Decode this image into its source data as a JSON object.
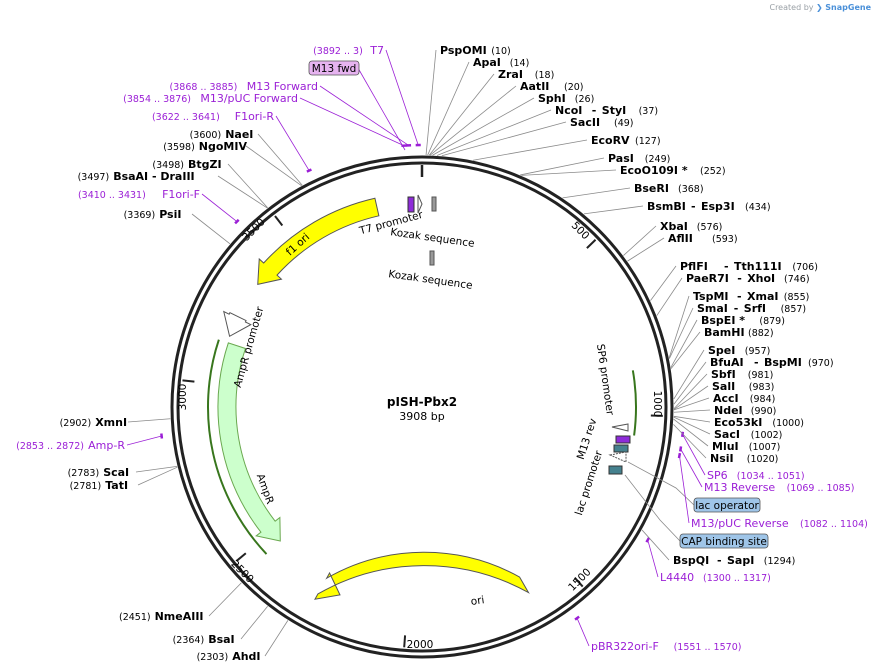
{
  "credit": {
    "prefix": "Created by",
    "brand": "SnapGene"
  },
  "plasmid": {
    "name": "pISH-Pbx2",
    "size_label": "3908 bp",
    "length": 3908
  },
  "ticks": [
    {
      "label": "500",
      "pos": 500
    },
    {
      "label": "1000",
      "pos": 1000
    },
    {
      "label": "1500",
      "pos": 1500
    },
    {
      "label": "2000",
      "pos": 2000
    },
    {
      "label": "2500",
      "pos": 2500
    },
    {
      "label": "3000",
      "pos": 3000
    },
    {
      "label": "3500",
      "pos": 3500
    }
  ],
  "sites_right": [
    {
      "name": "PspOMI",
      "pos_label": "(10)",
      "pos": 10
    },
    {
      "name": "ApaI",
      "pos_label": "(14)",
      "pos": 14
    },
    {
      "name": "ZraI",
      "pos_label": "(18)",
      "pos": 18
    },
    {
      "name": "AatII",
      "pos_label": "(20)",
      "pos": 20
    },
    {
      "name": "SphI",
      "pos_label": "(26)",
      "pos": 26
    },
    {
      "name": "NcoI - StyI",
      "pos_label": "(37)",
      "pos": 37
    },
    {
      "name": "SacII",
      "pos_label": "(49)",
      "pos": 49
    },
    {
      "name": "EcoRV",
      "pos_label": "(127)",
      "pos": 127
    },
    {
      "name": "PasI",
      "pos_label": "(249)",
      "pos": 249
    },
    {
      "name": "EcoO109I *",
      "pos_label": "(252)",
      "pos": 252
    },
    {
      "name": "BseRI",
      "pos_label": "(368)",
      "pos": 368
    },
    {
      "name": "BsmBI - Esp3I",
      "pos_label": "(434)",
      "pos": 434
    },
    {
      "name": "XbaI",
      "pos_label": "(576)",
      "pos": 576
    },
    {
      "name": "AflII",
      "pos_label": "(593)",
      "pos": 593
    },
    {
      "name": "PflFI - Tth111I",
      "pos_label": "(706)",
      "pos": 706
    },
    {
      "name": "PaeR7I - XhoI",
      "pos_label": "(746)",
      "pos": 746
    },
    {
      "name": "TspMI - XmaI",
      "pos_label": "(855)",
      "pos": 855
    },
    {
      "name": "SmaI - SrfI",
      "pos_label": "(857)",
      "pos": 857
    },
    {
      "name": "BspEI *",
      "pos_label": "(879)",
      "pos": 879
    },
    {
      "name": "BamHI",
      "pos_label": "(882)",
      "pos": 882
    },
    {
      "name": "SpeI",
      "pos_label": "(957)",
      "pos": 957
    },
    {
      "name": "BfuAI - BspMI",
      "pos_label": "(970)",
      "pos": 970
    },
    {
      "name": "SbfI",
      "pos_label": "(981)",
      "pos": 981
    },
    {
      "name": "SalI",
      "pos_label": "(983)",
      "pos": 983
    },
    {
      "name": "AccI",
      "pos_label": "(984)",
      "pos": 984
    },
    {
      "name": "NdeI",
      "pos_label": "(990)",
      "pos": 990
    },
    {
      "name": "Eco53kI",
      "pos_label": "(1000)",
      "pos": 1000
    },
    {
      "name": "SacI",
      "pos_label": "(1002)",
      "pos": 1002
    },
    {
      "name": "MluI",
      "pos_label": "(1007)",
      "pos": 1007
    },
    {
      "name": "NsiI",
      "pos_label": "(1020)",
      "pos": 1020
    },
    {
      "name": "BspQI - SapI",
      "pos_label": "(1294)",
      "pos": 1294
    }
  ],
  "sites_left": [
    {
      "name": "NaeI",
      "pos_label": "(3600)",
      "pos": 3600
    },
    {
      "name": "NgoMIV",
      "pos_label": "(3598)",
      "pos": 3598
    },
    {
      "name": "BtgZI",
      "pos_label": "(3498)",
      "pos": 3498
    },
    {
      "name": "BsaAI - DraIII",
      "pos_label": "(3497)",
      "pos": 3497
    },
    {
      "name": "PsiI",
      "pos_label": "(3369)",
      "pos": 3369
    },
    {
      "name": "XmnI",
      "pos_label": "(2902)",
      "pos": 2902
    },
    {
      "name": "ScaI",
      "pos_label": "(2783)",
      "pos": 2783
    },
    {
      "name": "TatI",
      "pos_label": "(2781)",
      "pos": 2781
    },
    {
      "name": "NmeAIII",
      "pos_label": "(2451)",
      "pos": 2451
    },
    {
      "name": "BsaI",
      "pos_label": "(2364)",
      "pos": 2364
    },
    {
      "name": "AhdI",
      "pos_label": "(2303)",
      "pos": 2303
    }
  ],
  "primers": [
    {
      "name": "T7",
      "range": "(3892 .. 3)"
    },
    {
      "name": "M13 Forward",
      "range": "(3868 .. 3885)"
    },
    {
      "name": "M13/pUC Forward",
      "range": "(3854 .. 3876)"
    },
    {
      "name": "F1ori-R",
      "range": "(3622 .. 3641)"
    },
    {
      "name": "F1ori-F",
      "range": "(3410 .. 3431)"
    },
    {
      "name": "Amp-R",
      "range": "(2853 .. 2872)"
    },
    {
      "name": "SP6",
      "range": "(1034 .. 1051)"
    },
    {
      "name": "M13 Reverse",
      "range": "(1069 .. 1085)"
    },
    {
      "name": "M13/pUC Reverse",
      "range": "(1082 .. 1104)"
    },
    {
      "name": "L4440",
      "range": "(1300 .. 1317)"
    },
    {
      "name": "pBR322ori-F",
      "range": "(1551 .. 1570)"
    }
  ],
  "boxed_labels": {
    "m13_fwd": "M13 fwd",
    "lac_operator": "lac operator",
    "cap_binding_site": "CAP binding site"
  },
  "features": {
    "f1_ori": "f1 ori",
    "ampr_promoter": "AmpR promoter",
    "ampr": "AmpR",
    "ori": "ori",
    "sp6_promoter": "SP6 promoter",
    "m13_rev": "M13 rev",
    "lac_promoter": "lac promoter",
    "t7_promoter": "T7 promoter",
    "kozak_1": "Kozak sequence",
    "kozak_2": "Kozak sequence"
  },
  "colors": {
    "backbone": "#222222",
    "f1_ori": "#ffff00",
    "ori": "#ffff00",
    "ampr": "#ccffcc",
    "ampr_outline": "#6aa84f",
    "promoter_outline": "#ffffff",
    "primer": "#9b1fd6",
    "lac_operator": "#9fc5e8",
    "cap_site": "#9fc5e8",
    "m13_fwd": "#e6b3f0"
  }
}
